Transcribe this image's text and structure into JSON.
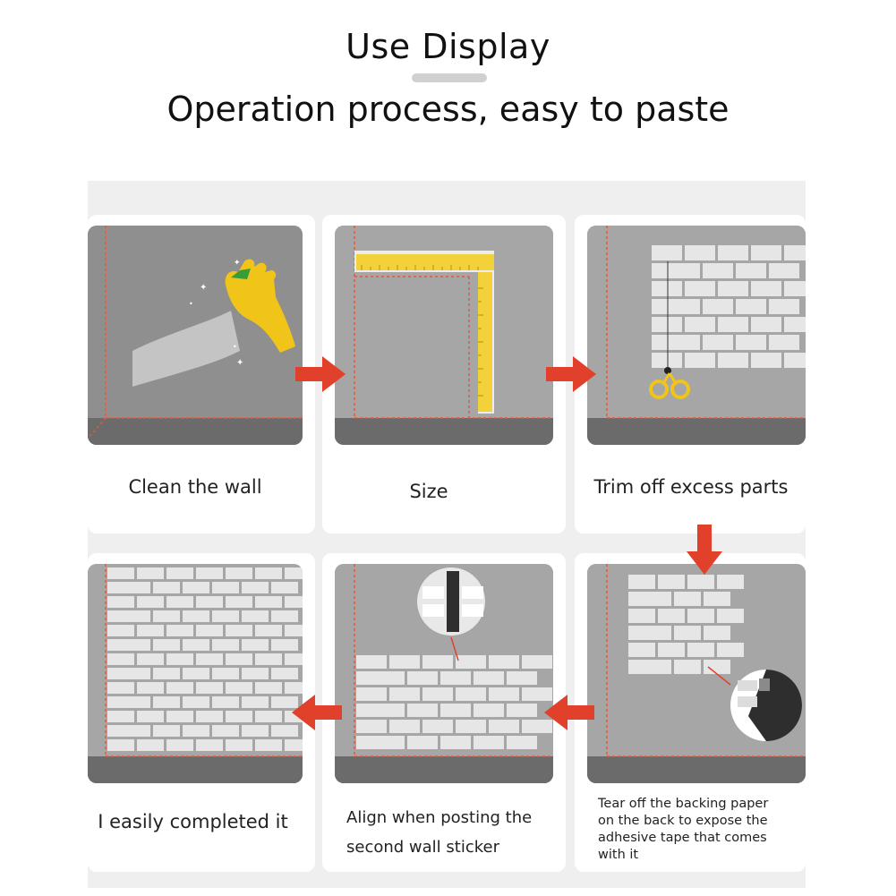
{
  "header": {
    "title": "Use Display",
    "subtitle": "Operation process, easy to paste"
  },
  "steps": [
    {
      "caption": "Clean the wall"
    },
    {
      "caption": "Size"
    },
    {
      "caption": "Trim off excess parts"
    },
    {
      "caption": "Tear off the backing paper on the back to expose the adhesive tape that comes with it"
    },
    {
      "caption": "Align when posting the second wall sticker"
    },
    {
      "caption": "I easily completed it"
    }
  ],
  "colors": {
    "arrow": "#e1402a",
    "wall": "#9b9b9b",
    "floor": "#6b6b6b",
    "tile": "#e6e6e6",
    "ruler": "#f2d13a",
    "glove": "#f0c419",
    "dash": "#e05a3a"
  }
}
